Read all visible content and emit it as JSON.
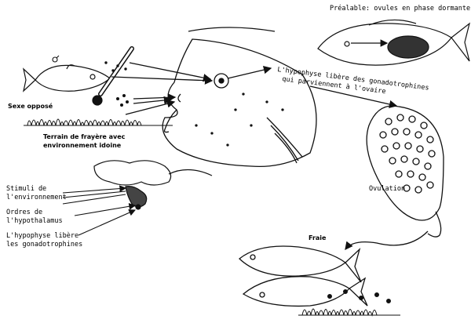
{
  "labels": {
    "top_right": "Préalable: ovules en phase dormante",
    "hypophysis_release_1": "L'hypophyse libère des gonadotrophines",
    "hypophysis_release_2": "qui parviennent à l'ovaire",
    "opposite_sex": "Sexe opposé",
    "spawning_ground_1": "Terrain de frayère avec",
    "spawning_ground_2": "environnement idoine",
    "stimuli_1": "Stimuli de",
    "stimuli_2": "l'environnement",
    "orders_1": "Ordres de",
    "orders_2": "l'hypothalamus",
    "hypophysis_1": "L'hypophyse libère",
    "hypophysis_2": "les gonadotrophines",
    "ovulation": "Ovulation",
    "spawn": "Fraie"
  },
  "icons": {
    "male_symbol": "male-symbol-icon",
    "thermometer": "thermometer-icon"
  },
  "colors": {
    "ink": "#111111",
    "paper": "#ffffff"
  }
}
